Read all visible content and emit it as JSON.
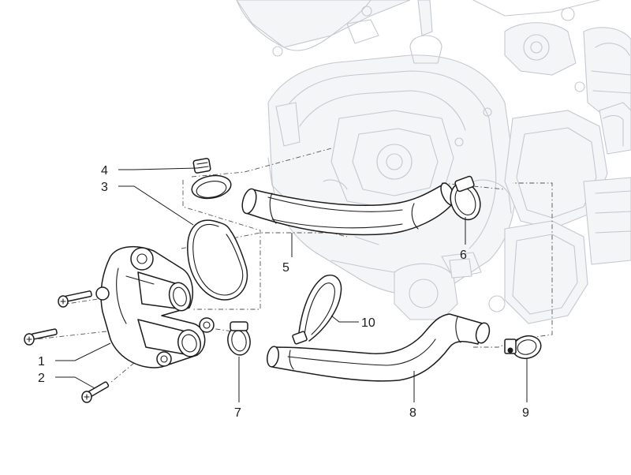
{
  "diagram": {
    "title": "Cooling system - thermostat housing and hoses",
    "callouts": [
      {
        "number": "1",
        "part": "thermostat-housing"
      },
      {
        "number": "2",
        "part": "screw"
      },
      {
        "number": "3",
        "part": "o-ring-gasket"
      },
      {
        "number": "4",
        "part": "hose-clamp"
      },
      {
        "number": "5",
        "part": "upper-hose"
      },
      {
        "number": "6",
        "part": "hose-clamp"
      },
      {
        "number": "7",
        "part": "hose-clamp"
      },
      {
        "number": "8",
        "part": "lower-hose"
      },
      {
        "number": "9",
        "part": "hose-clamp"
      },
      {
        "number": "10",
        "part": "hose-bracket"
      }
    ]
  }
}
